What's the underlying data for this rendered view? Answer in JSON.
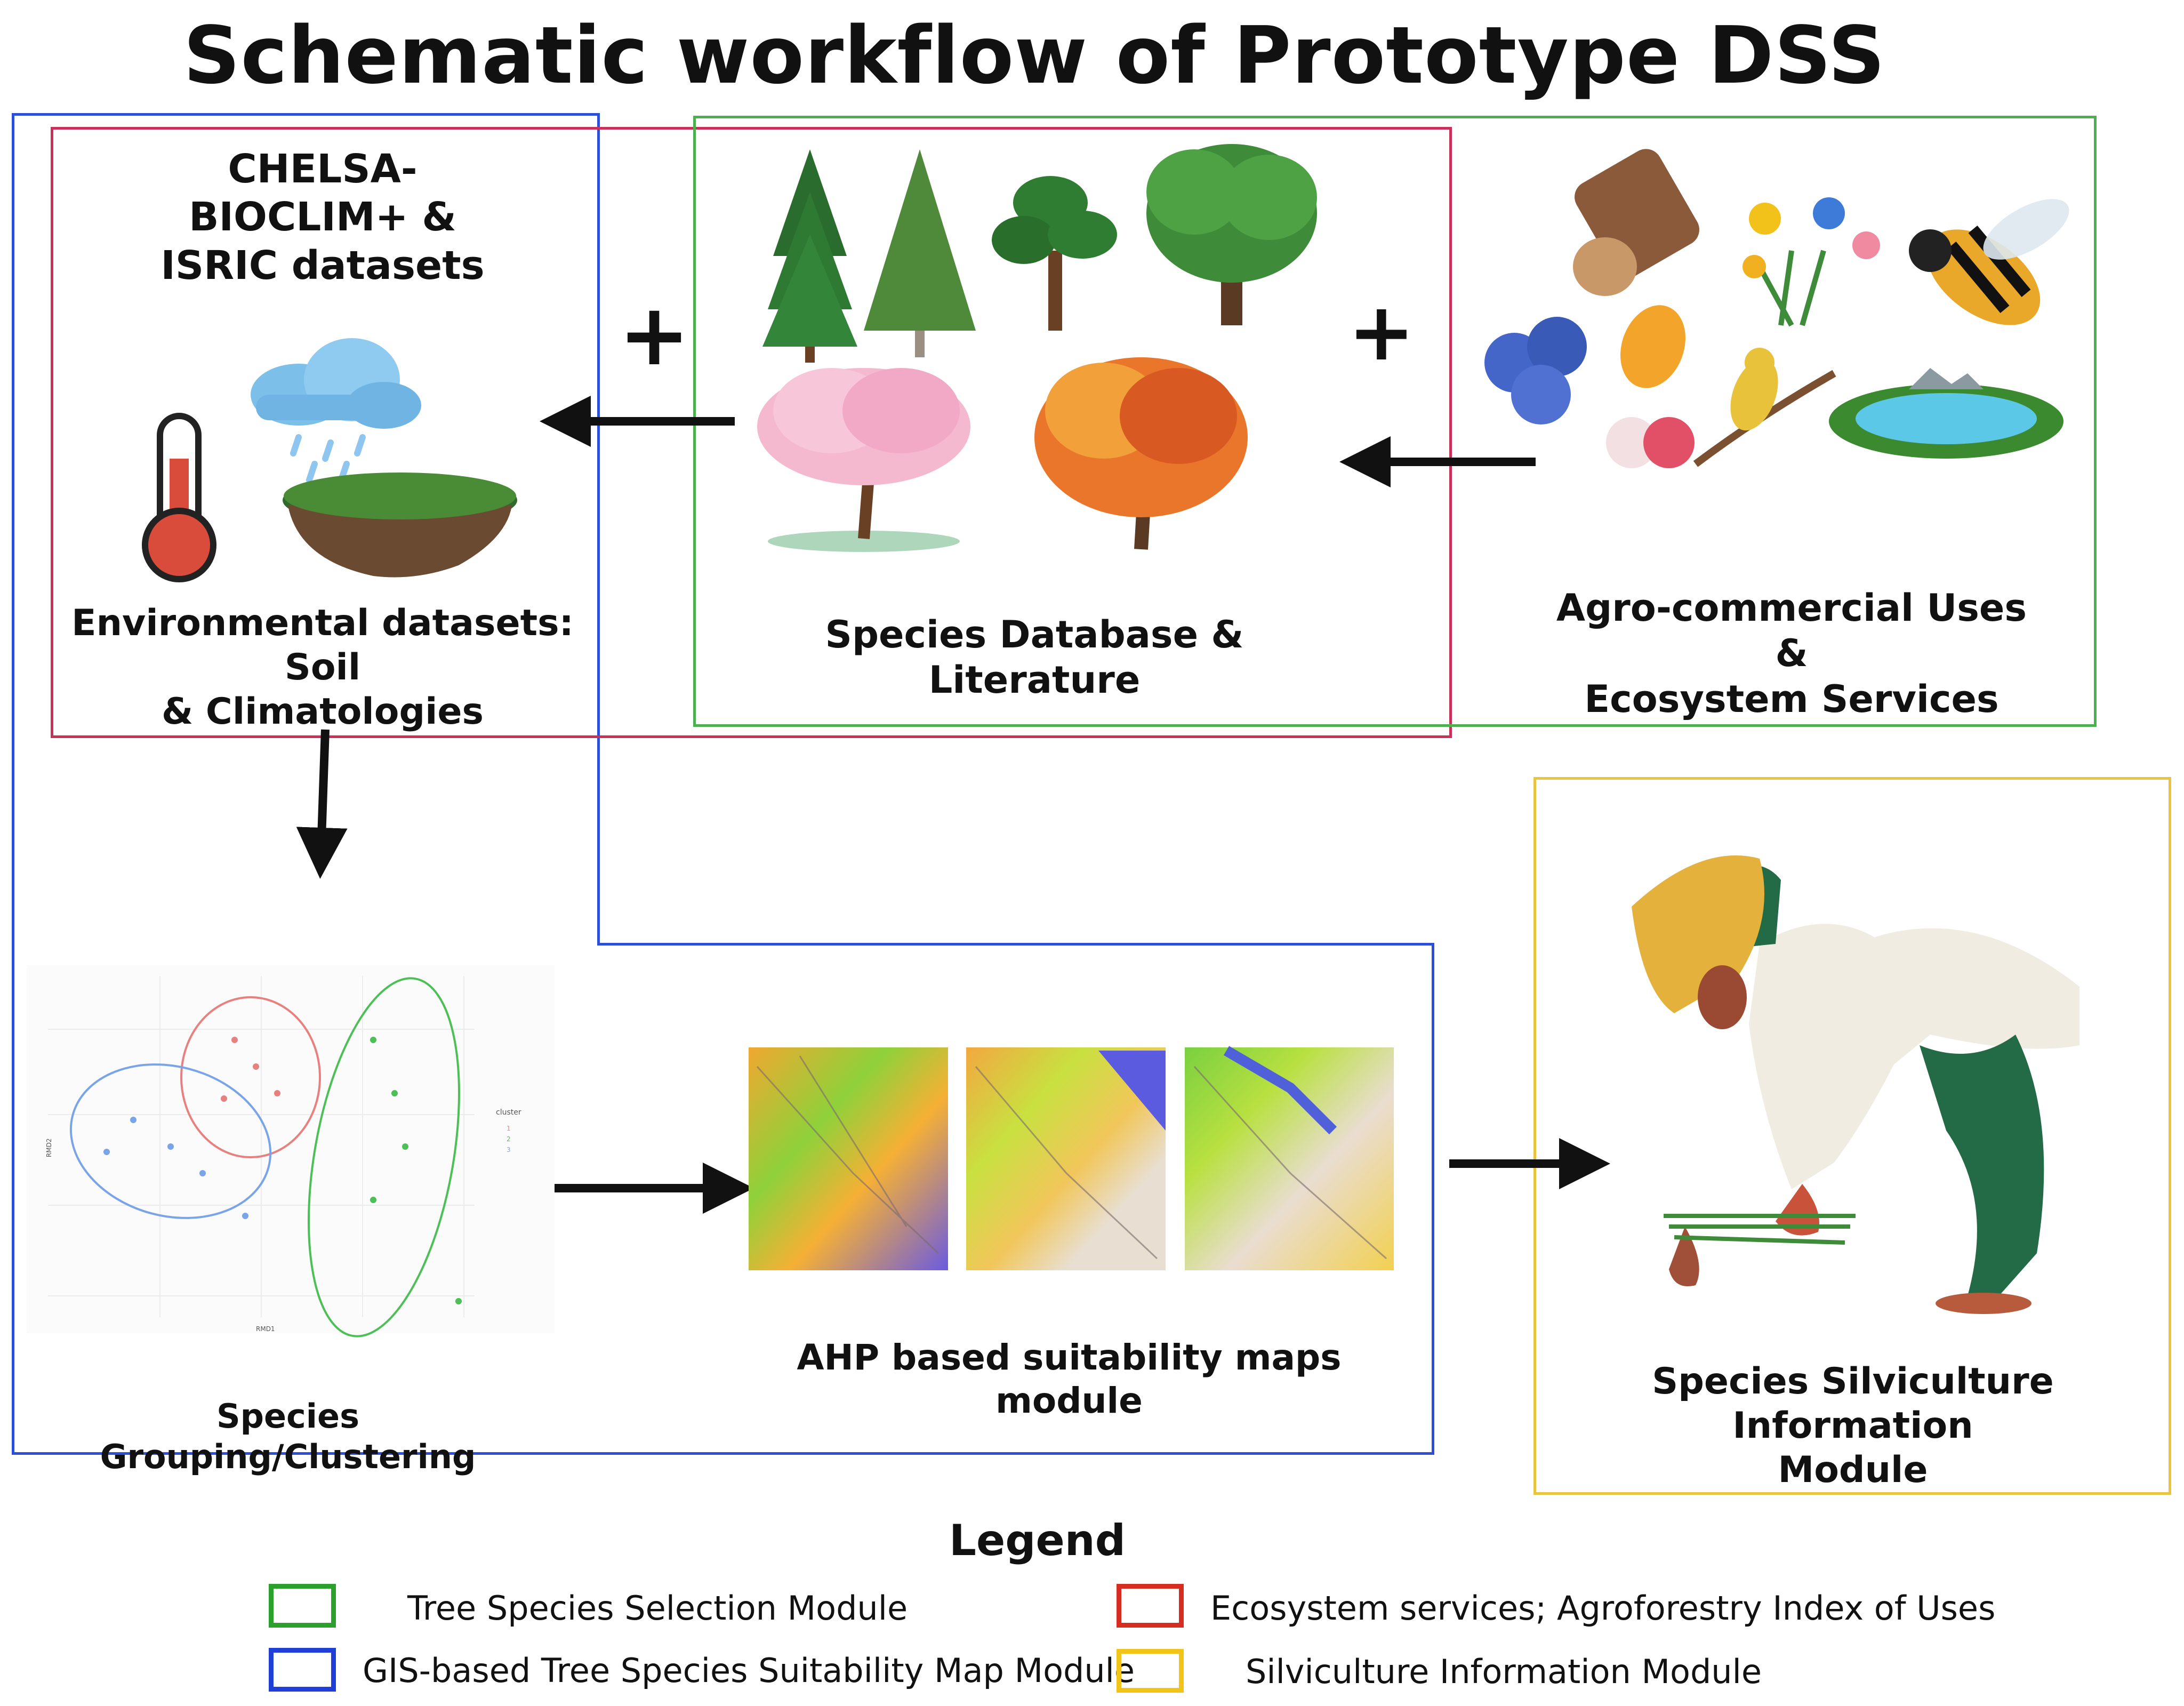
{
  "title": "Schematic workflow of Prototype DSS",
  "nodes": {
    "datasets_header": [
      "CHELSA-",
      "BIOCLIM+ &",
      "ISRIC datasets"
    ],
    "environmental": [
      "Environmental datasets: Soil",
      "& Climatologies"
    ],
    "species_db": "Species Database & Literature",
    "agro": [
      "Agro-commercial Uses &",
      "Ecosystem Services"
    ],
    "clustering": "Species Grouping/Clustering",
    "ahp": "AHP based suitability maps module",
    "silviculture": [
      "Species Silviculture  Information",
      "Module"
    ]
  },
  "operators": {
    "plus": "+"
  },
  "legend": {
    "title": "Legend",
    "items": [
      {
        "label": "Tree Species Selection Module",
        "color": "#2ca02c"
      },
      {
        "label": "Ecosystem services; Agroforestry Index of Uses",
        "color": "#d62d20"
      },
      {
        "label": "GIS-based Tree Species Suitability Map Module",
        "color": "#1f3fd6"
      },
      {
        "label": "Silviculture Information Module",
        "color": "#f0c419"
      }
    ]
  },
  "colors": {
    "green": "#4caf50",
    "red": "#c8325a",
    "blue": "#2d4fd6",
    "yellow": "#e8c440"
  },
  "cluster_plot": {
    "legend_title": "cluster",
    "legend_items": [
      "1",
      "2",
      "3"
    ],
    "x_axis": "RMD1",
    "y_axis": "RMD2"
  }
}
